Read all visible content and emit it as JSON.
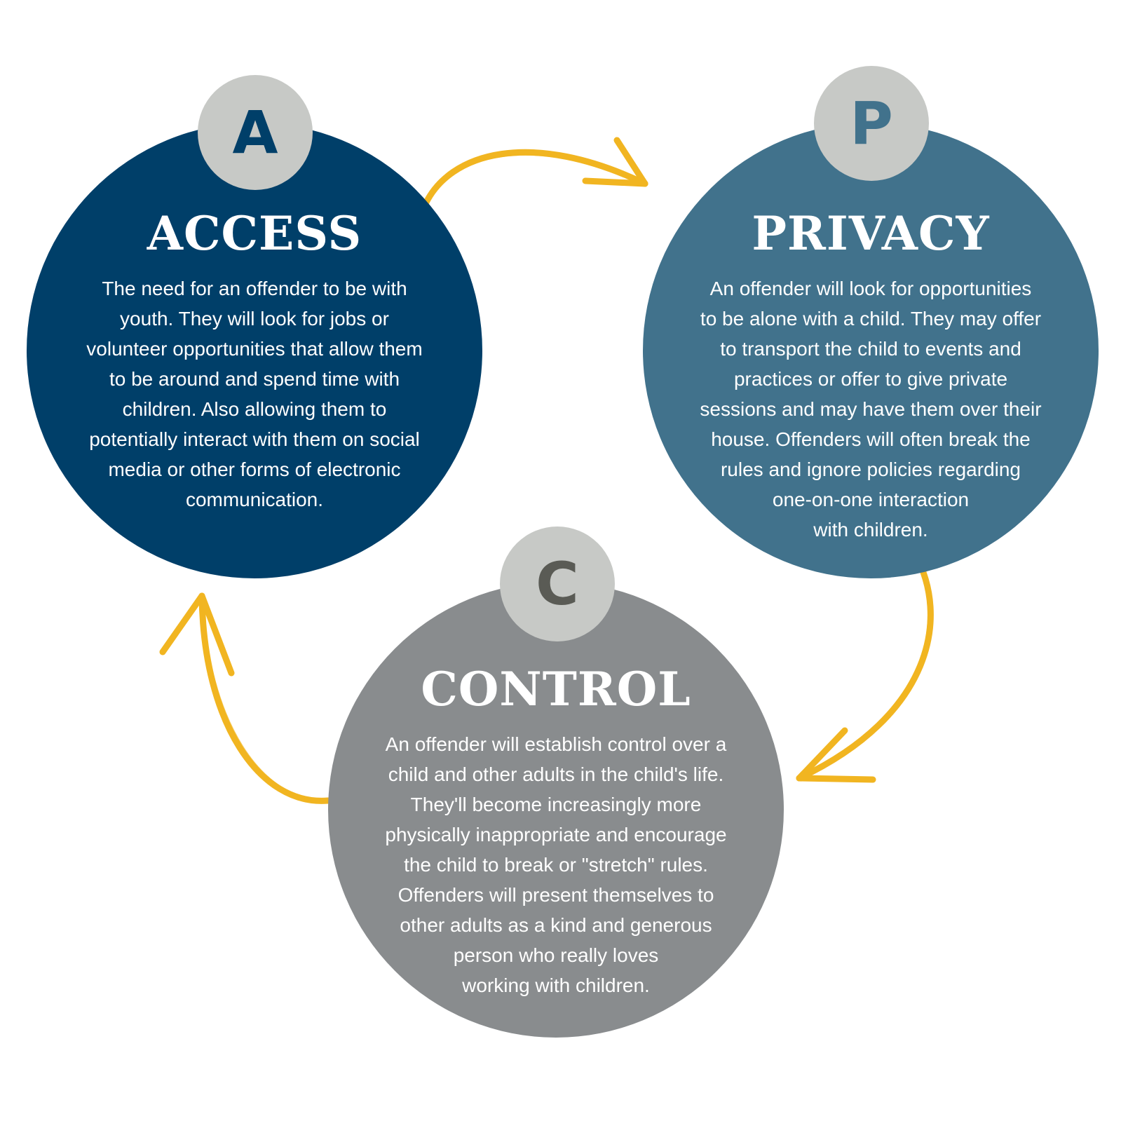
{
  "colors": {
    "access": "#003f69",
    "privacy": "#41728c",
    "control": "#898c8e",
    "badge": "#c7c9c6",
    "arrow": "#f1b521"
  },
  "access": {
    "letter": "A",
    "title": "ACCESS",
    "lines": [
      "The need for an offender to be with",
      "youth. They will look for jobs or",
      "volunteer opportunities that allow them",
      "to be around and spend time with",
      "children. Also allowing them to",
      "potentially interact with them on social",
      "media or other forms of electronic",
      "communication."
    ]
  },
  "privacy": {
    "letter": "P",
    "title": "PRIVACY",
    "lines": [
      "An offender will look for opportunities",
      "to be alone with a child. They may offer",
      "to transport the child to events and",
      "practices or offer to give private",
      "sessions and may have them over their",
      "house. Offenders will often break the",
      "rules and ignore policies regarding",
      "one-on-one interaction",
      "with children."
    ]
  },
  "control": {
    "letter": "C",
    "title": "CONTROL",
    "lines": [
      "An offender will establish control over a",
      "child and other adults in the child's life.",
      "They'll become increasingly more",
      "physically inappropriate and encourage",
      "the child to break or \"stretch\" rules.",
      "Offenders will present themselves to",
      "other adults as a kind and generous",
      "person who really loves",
      "working with children."
    ]
  },
  "arrows": [
    {
      "name": "arrow-access-to-privacy",
      "icon": "curved-arrow-icon"
    },
    {
      "name": "arrow-privacy-to-control",
      "icon": "curved-arrow-icon"
    },
    {
      "name": "arrow-control-to-access",
      "icon": "curved-arrow-icon"
    }
  ]
}
